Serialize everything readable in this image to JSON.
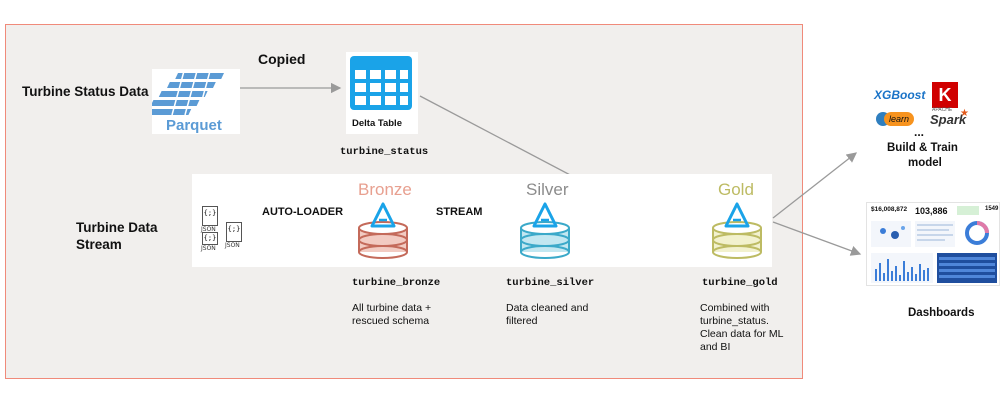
{
  "left_labels": {
    "turbine_status_data": "Turbine Status Data",
    "turbine_data_stream_line1": "Turbine Data",
    "turbine_data_stream_line2": "Stream"
  },
  "parquet": {
    "logo_text": "Parquet",
    "color": "#5b9bd5"
  },
  "copied_label": "Copied",
  "delta_table": {
    "label": "Delta Table",
    "table_name": "turbine_status",
    "color": "#1aa3e8"
  },
  "json_files": {
    "label": "JSON",
    "glyph": "{;}"
  },
  "arrow_labels": {
    "auto_loader": "AUTO-LOADER",
    "stream": "STREAM"
  },
  "tiers": [
    {
      "key": "bronze",
      "title": "Bronze",
      "table_name": "turbine_bronze",
      "desc_line1": "All turbine data +",
      "desc_line2": "rescued schema",
      "desc_line3": "",
      "desc_line4": "",
      "color": "#e8a090",
      "stroke": "#c46a5a"
    },
    {
      "key": "silver",
      "title": "Silver",
      "table_name": "turbine_silver",
      "desc_line1": "Data cleaned and",
      "desc_line2": "filtered",
      "desc_line3": "",
      "desc_line4": "",
      "color": "#8fd3e6",
      "stroke": "#3ba9c9"
    },
    {
      "key": "gold",
      "title": "Gold",
      "table_name": "turbine_gold",
      "desc_line1": "Combined with",
      "desc_line2": "turbine_status.",
      "desc_line3": "Clean data for ML",
      "desc_line4": "and BI",
      "color": "#e7e6a5",
      "stroke": "#bdbb63"
    }
  ],
  "ml": {
    "xgboost": "XGBoost",
    "keras": "K",
    "sklearn": "learn",
    "spark": "Spark",
    "spark_small": "APACHE",
    "ellipsis": "...",
    "caption_line1": "Build & Train",
    "caption_line2": "model"
  },
  "dashboard": {
    "caption": "Dashboards",
    "kpi1": "$16,008,872",
    "kpi2": "103,886",
    "kpi3": "1549"
  }
}
